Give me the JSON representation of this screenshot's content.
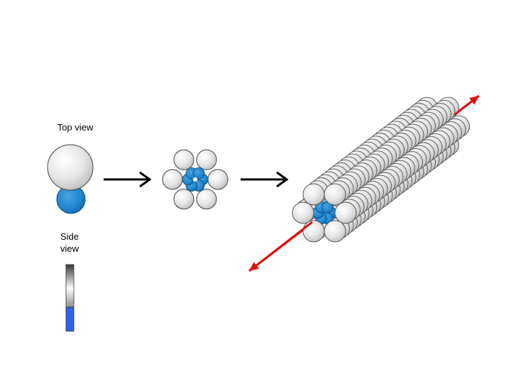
{
  "labels": {
    "top_view": "Top view",
    "side_view_line1": "Side",
    "side_view_line2": "view"
  },
  "colors": {
    "head_light": "#ffffff",
    "head_mid": "#e6e6e6",
    "head_dark": "#b9b9b9",
    "tail_light": "#4aa3e0",
    "tail_mid": "#1f86cf",
    "tail_dark": "#0f5f9e",
    "side_bar_blue": "#2f63ee",
    "arrow_black": "#000000",
    "axis_arrow_red": "#e01010"
  }
}
